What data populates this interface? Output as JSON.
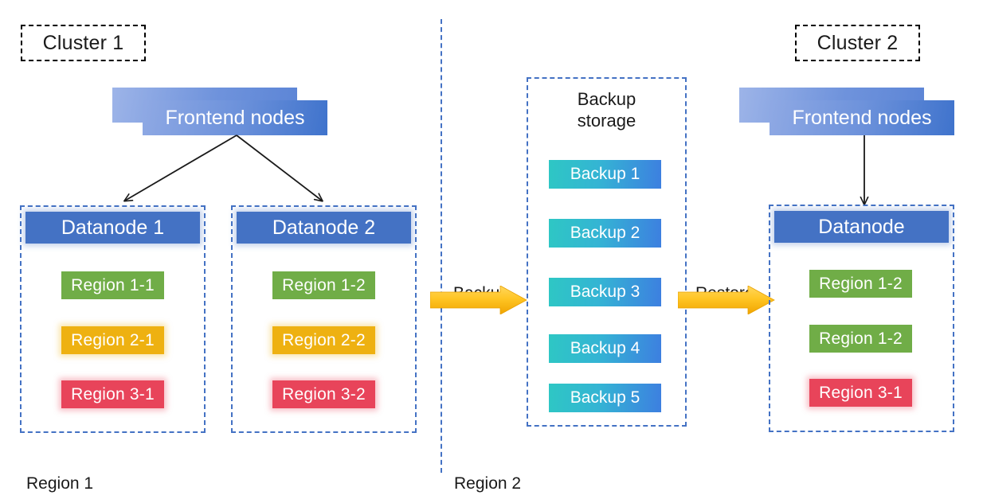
{
  "diagram": {
    "title_chips": [
      {
        "label": "Cluster 1"
      },
      {
        "label": "Cluster 2"
      }
    ],
    "cluster1": {
      "frontend_label": "Frontend nodes",
      "datanodes": [
        {
          "header": "Datanode 1",
          "regions": [
            {
              "label": "Region 1-1",
              "color": "#70ad47"
            },
            {
              "label": "Region 2-1",
              "color": "#eeb111"
            },
            {
              "label": "Region 3-1",
              "color": "#e8445a"
            }
          ]
        },
        {
          "header": "Datanode 2",
          "regions": [
            {
              "label": "Region 1-2",
              "color": "#70ad47"
            },
            {
              "label": "Region 2-2",
              "color": "#eeb111"
            },
            {
              "label": "Region 3-2",
              "color": "#e8445a"
            }
          ]
        }
      ]
    },
    "cluster2": {
      "frontend_label": "Frontend nodes",
      "datanode": {
        "header": "Datanode",
        "regions": [
          {
            "label": "Region 1-2",
            "color": "#70ad47"
          },
          {
            "label": "Region 1-2",
            "color": "#70ad47"
          },
          {
            "label": "Region 3-1",
            "color": "#e8445a"
          }
        ]
      }
    },
    "backup_storage": {
      "title": "Backup\nstorage",
      "items": [
        {
          "label": "Backup 1"
        },
        {
          "label": "Backup 2"
        },
        {
          "label": "Backup 3"
        },
        {
          "label": "Backup 4"
        },
        {
          "label": "Backup 5"
        }
      ]
    },
    "flows": [
      {
        "label": "Backup"
      },
      {
        "label": "Restore"
      }
    ],
    "region_labels": [
      {
        "label": "Region 1"
      },
      {
        "label": "Region 2"
      }
    ],
    "colors": {
      "datanode_blue": "#4472c4",
      "dashed_blue": "#4472c4",
      "arrow_yellow": "#ffc524",
      "arrow_yellow_dark": "#f0a800",
      "green": "#70ad47",
      "yellow": "#eeb111",
      "red": "#e8445a",
      "backup_teal": "#2ec7c4",
      "backup_blue": "#3d7fe0",
      "text_black": "#1a1a1a"
    }
  }
}
